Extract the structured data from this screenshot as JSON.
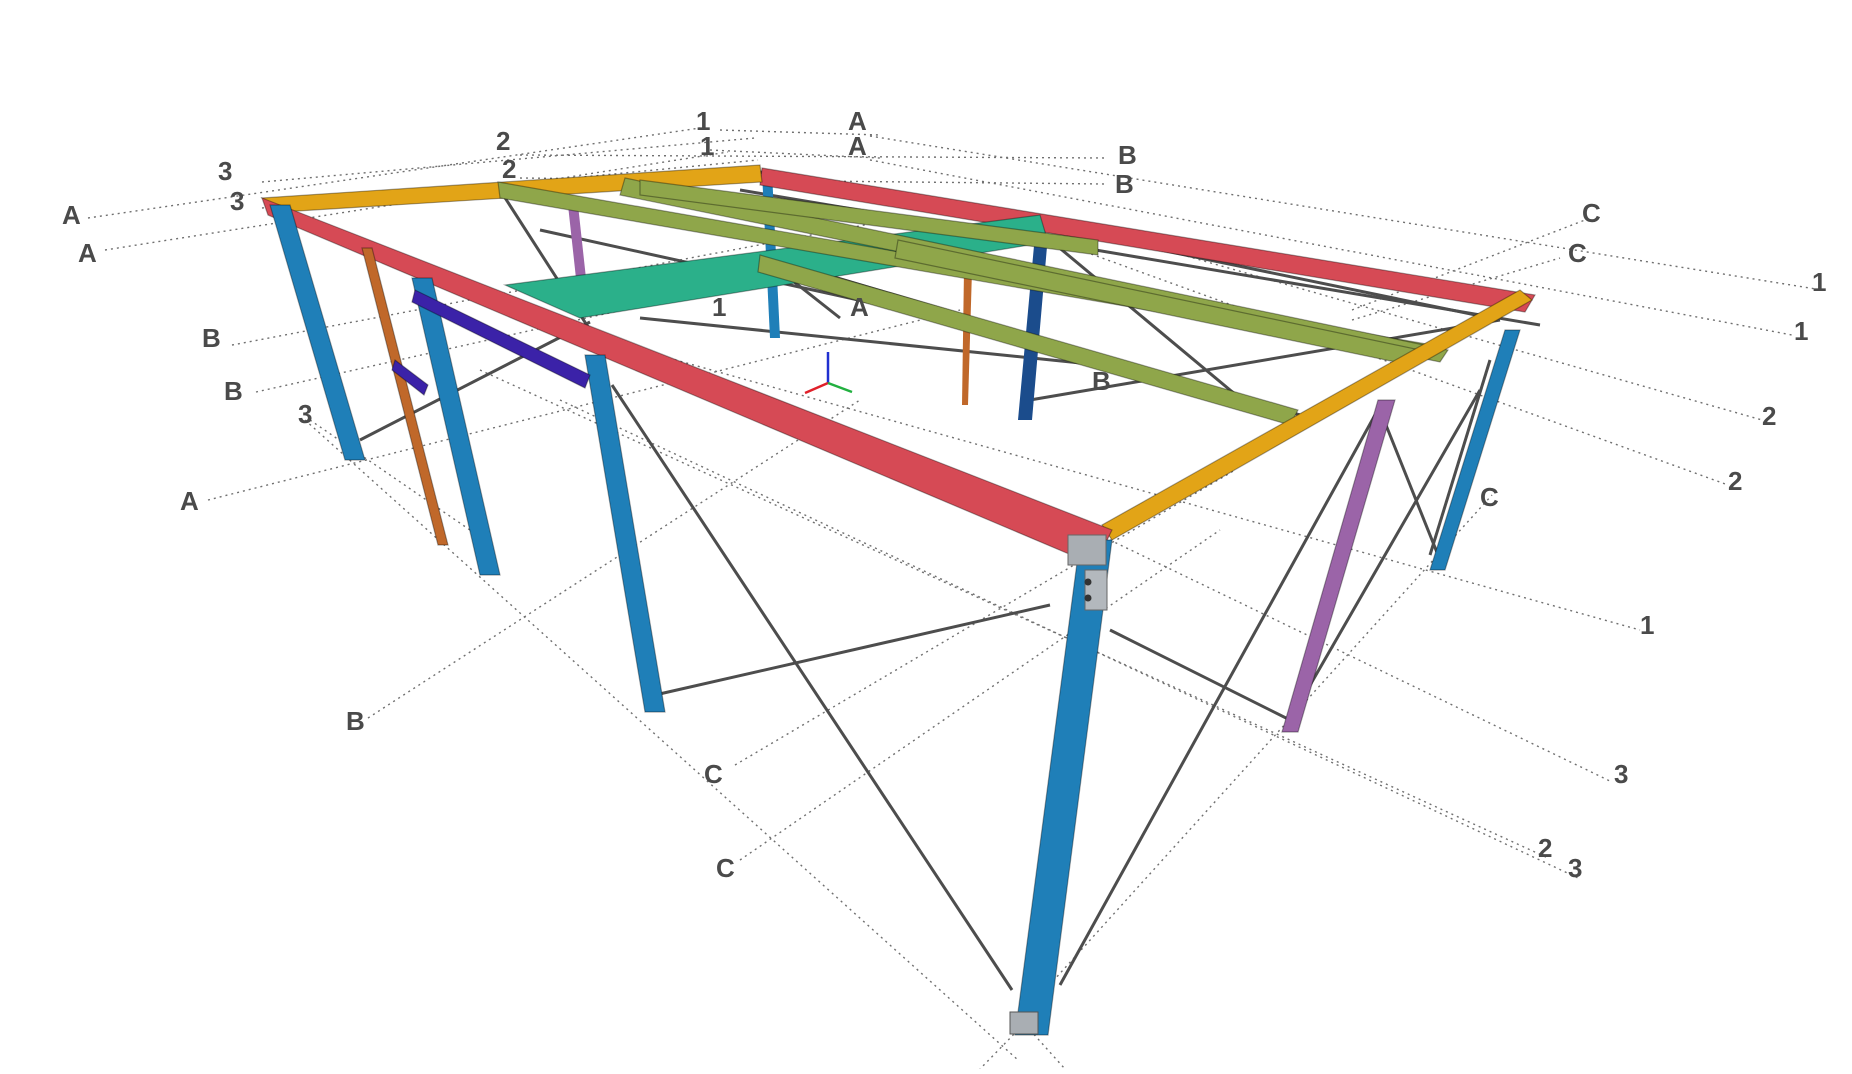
{
  "model": {
    "grid_labels": {
      "a": "A",
      "b": "B",
      "c": "C",
      "n1": "1",
      "n2": "2",
      "n3": "3"
    },
    "colors": {
      "column": "#1f7fb8",
      "column_dark": "#1b4c8c",
      "rafter_red": "#d64a55",
      "eave_orange": "#e2a417",
      "purlin_olive": "#8fa64a",
      "strut_teal": "#2bb08a",
      "wind_column_purple": "#9b64a8",
      "wind_column_brown": "#c0682a",
      "bracket_indigo": "#3b22a8",
      "bracing_rod": "#4d4d4d",
      "axis_x": "#e0202a",
      "axis_y": "#22b040",
      "axis_z": "#2030d0"
    }
  }
}
